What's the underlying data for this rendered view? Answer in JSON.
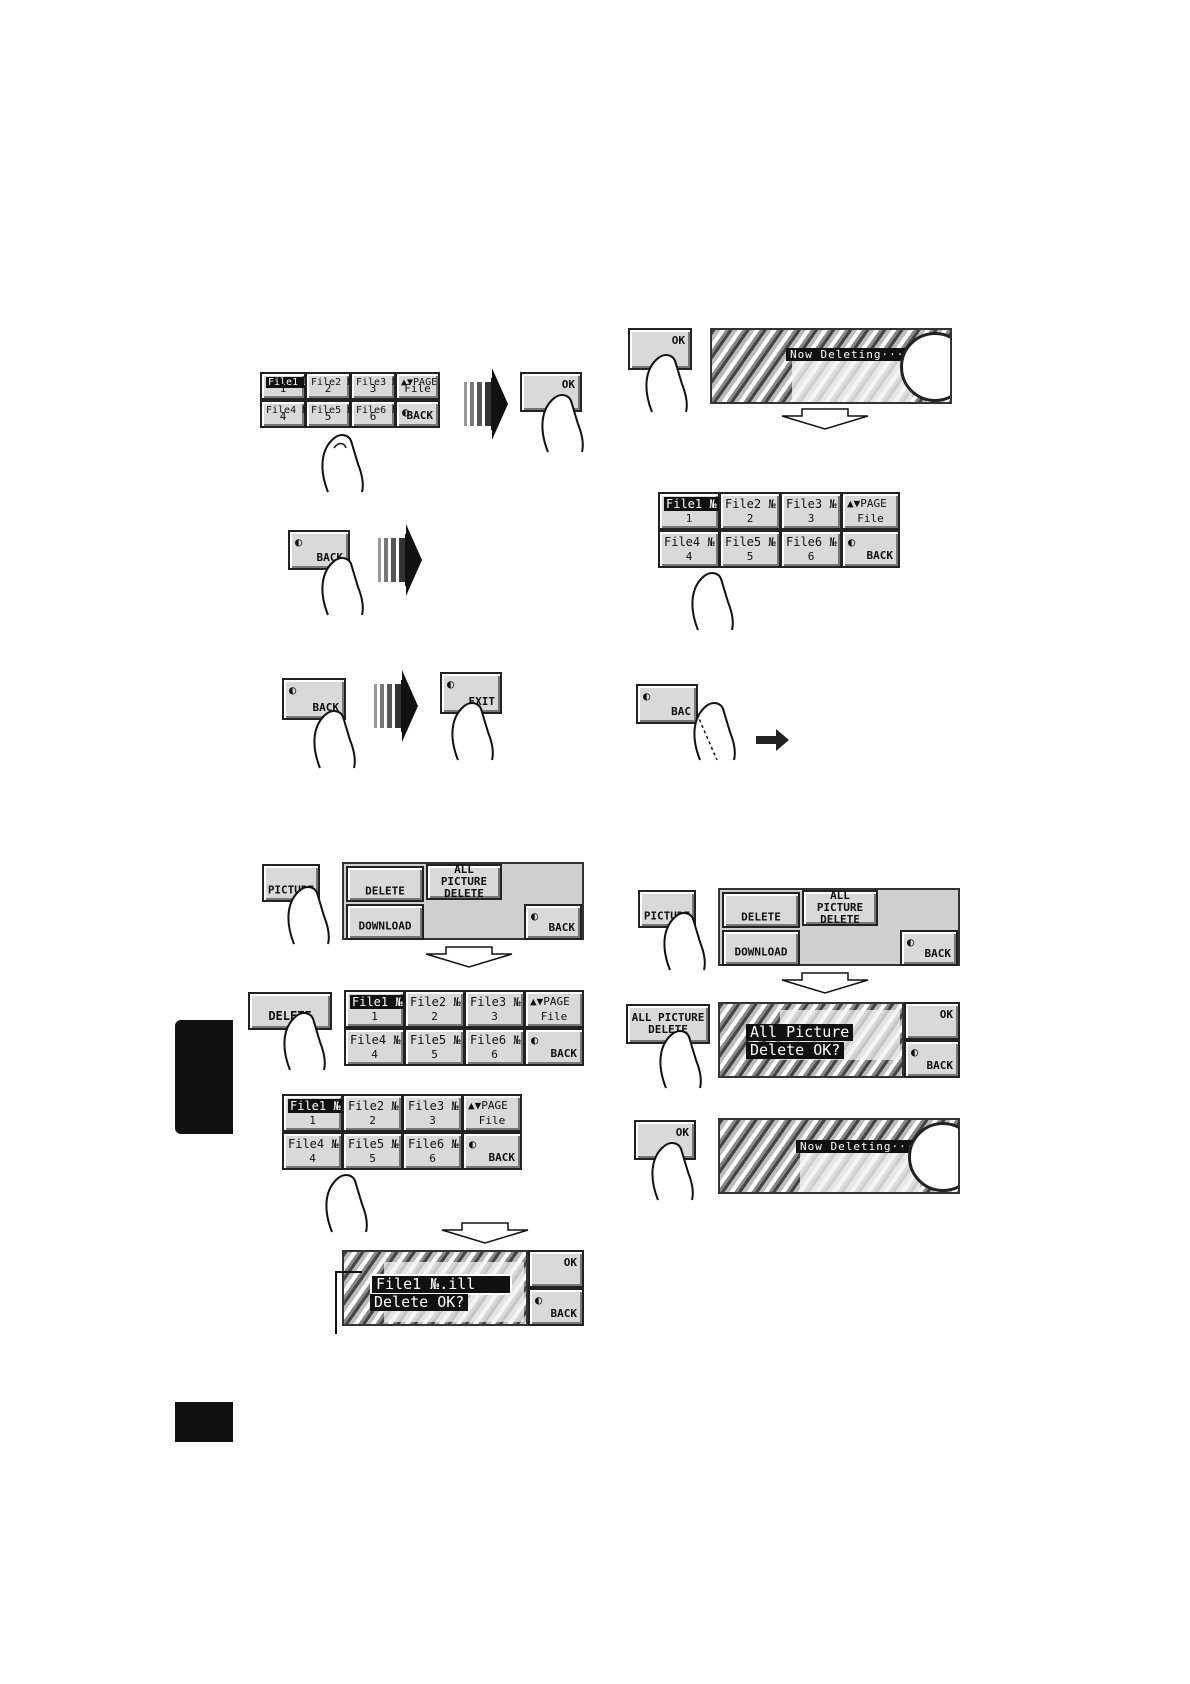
{
  "file_keys": {
    "f1": "File1 №",
    "f2": "File2 №",
    "f3": "File3 №",
    "f4": "File4 №",
    "f5": "File5 №",
    "f6": "File6 №",
    "n1": "1",
    "n2": "2",
    "n3": "3",
    "n4": "4",
    "n5": "5",
    "n6": "6",
    "page": "▲▼PAGE",
    "file": "File",
    "back": "BACK"
  },
  "keys": {
    "ok": "OK",
    "back": "BACK",
    "exit": "EXIT",
    "picture": "PICTURE",
    "delete": "DELETE",
    "all_picture": "ALL PICTURE",
    "all_picture_delete": "DELETE",
    "download": "DOWNLOAD",
    "bac": "BAC"
  },
  "messages": {
    "now_deleting": "Now Deleting···",
    "file_line1": "File1 №.ill",
    "file_line2": "Delete OK?",
    "all_line1": "All Picture",
    "all_line2": "Delete OK?"
  },
  "colors": {
    "panel": "#cfcfcf",
    "key": "#d9d9d9",
    "ink": "#111111"
  }
}
